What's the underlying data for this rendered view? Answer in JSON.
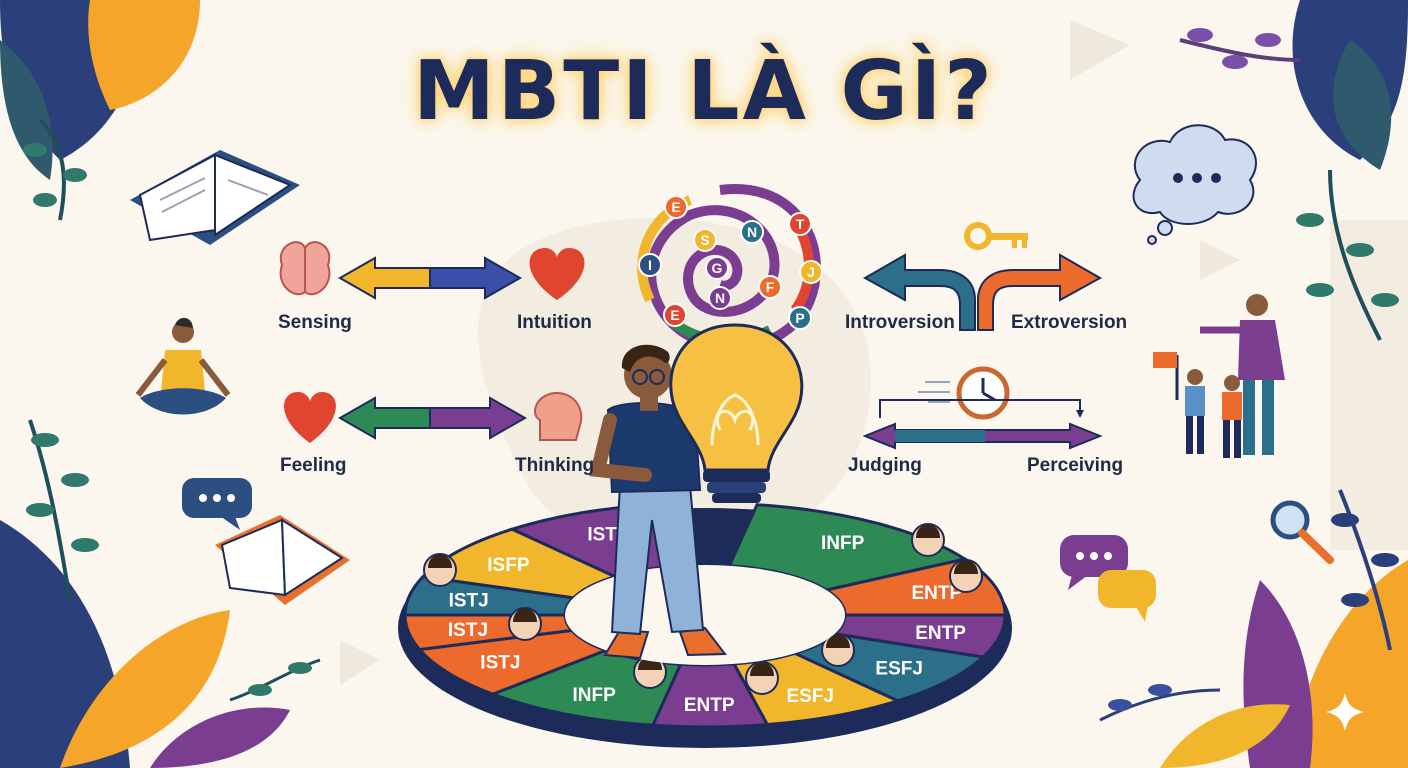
{
  "title": "MBTI LÀ GÌ?",
  "dichotomies": {
    "sensing": "Sensing",
    "intuition": "Intuition",
    "feeling": "Feeling",
    "thinking": "Thinking",
    "introversion": "Introversion",
    "extroversion": "Extroversion",
    "judging": "Judging",
    "perceiving": "Perceiving"
  },
  "spiral_letters": [
    "E",
    "S",
    "N",
    "T",
    "I",
    "G",
    "J",
    "N",
    "F",
    "E",
    "P"
  ],
  "wheel_segments": [
    "ISTJ",
    "ISFP",
    "ISTJ",
    "ISTJ",
    "ISTJ",
    "INFP",
    "ENTP",
    "ESFJ",
    "ESFJ",
    "ENTP",
    "ENTP",
    "INFP"
  ],
  "colors": {
    "navy": "#1d2b5a",
    "yellow": "#f2b62c",
    "orange": "#ec6a2c",
    "purple": "#7a3d8f",
    "green": "#2e8a55",
    "teal": "#2a6f8a",
    "red": "#e0462f"
  },
  "icons": [
    "brain-icon",
    "heart-icon",
    "head-icon",
    "key-icon",
    "clock-icon",
    "lightbulb-icon",
    "open-book-icon",
    "thought-bubble-icon",
    "speech-bubble-icon",
    "magnifier-icon",
    "flag-icon",
    "meditating-person-icon"
  ]
}
